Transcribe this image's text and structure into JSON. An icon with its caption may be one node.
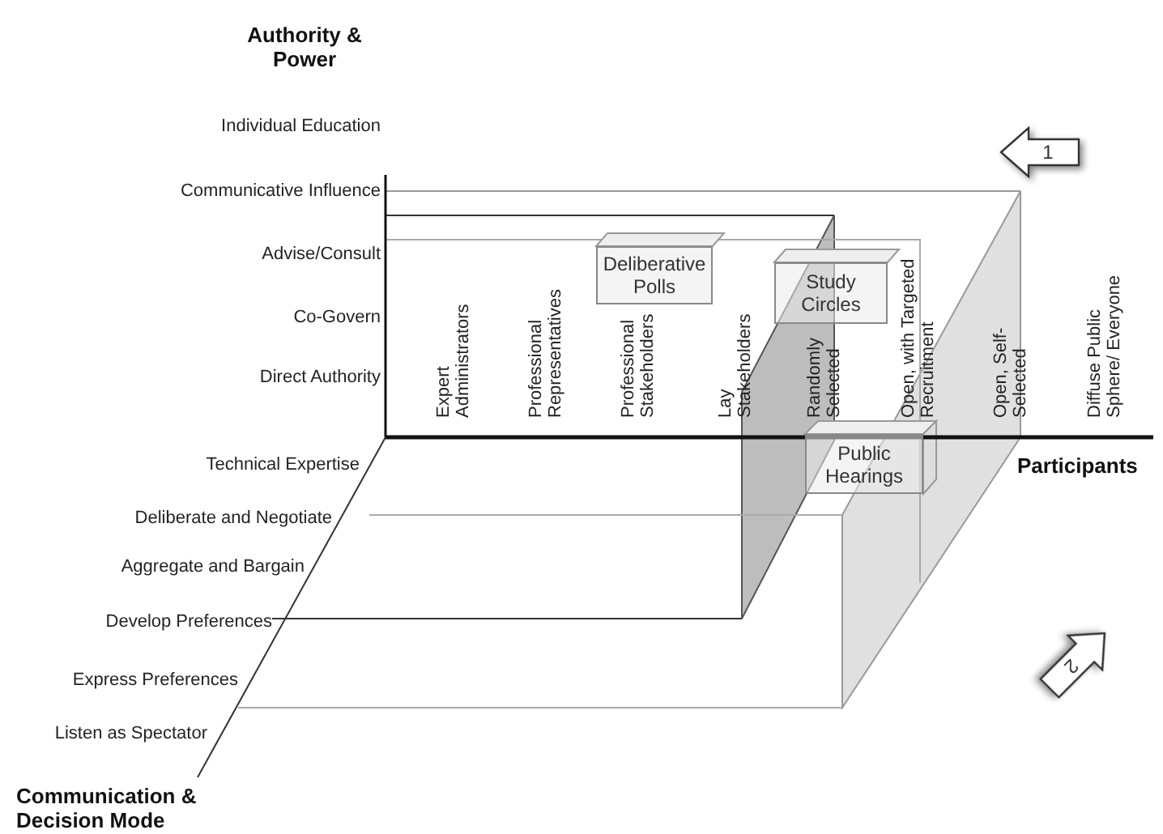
{
  "diagram": {
    "nodes": [
      {
        "text": [
          "1"
        ]
      },
      {
        "text": [
          "Study Circles"
        ]
      },
      {
        "text": [
          "Deliberative Polls"
        ]
      },
      {
        "text": [
          "Public Hearings"
        ]
      },
      {
        "text": [
          "2"
        ]
      }
    ],
    "labels": [
      "Authority & Power",
      "Individual Education",
      "Communicative Influence",
      "Advise/Consult",
      "Co-Govern",
      "Direct Authority",
      "Expert Administrators",
      "Professional Representatives",
      "Professional Stakeholders",
      "Lay Stakeholders",
      "Randomly Selected",
      "Open, with Targeted Recruitment",
      "Open, Self-Selected",
      "Diffuse Public Sphere/ Everyone",
      "Technical Expertise",
      "Participants",
      "Deliberate and Negotiate",
      "Aggregate and Bargain",
      "Develop Preferences",
      "Express Preferences",
      "Listen as Spectator",
      "Communication & Decision Mode"
    ]
  }
}
